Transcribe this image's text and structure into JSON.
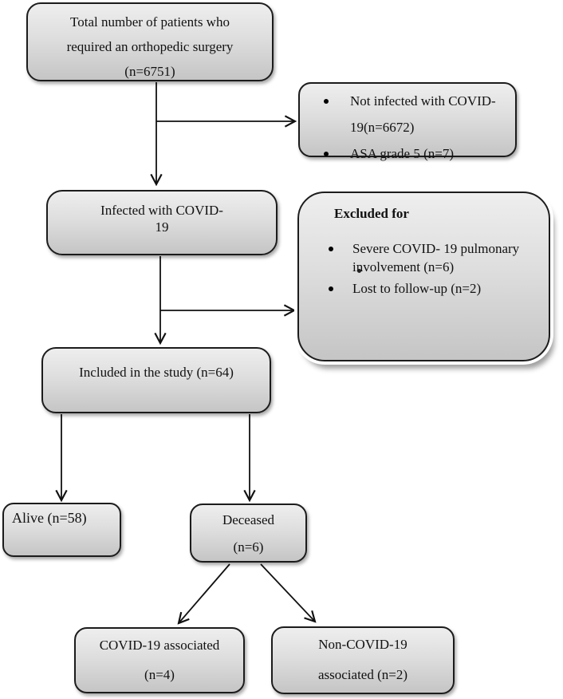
{
  "figure": {
    "type": "study-flowchart",
    "background_color": "#ffffff",
    "box_fill_top": "#eeeeee",
    "box_fill_bottom": "#c5c5c5",
    "box_border_color": "#1c1c1c",
    "arrow_color": "#111111",
    "text_color": "#111111",
    "nodes": {
      "total_patients": {
        "line1": "Total number of patients who",
        "line2": "required an orthopedic surgery",
        "line3": "(n=6751)"
      },
      "not_infected": {
        "bullet1": "Not infected with COVID-19(n=6672)",
        "bullet2": "ASA grade 5 (n=7)"
      },
      "infected": {
        "line1": "Infected with COVID-",
        "line2": "19"
      },
      "excluded": {
        "title": "Excluded for",
        "bullet1": "Severe COVID- 19 pulmonary involvement (n=6)",
        "bullet2": "Lost to follow-up (n=2)"
      },
      "included": {
        "label": "Included in the study (n=64)"
      },
      "alive": {
        "label": "Alive (n=58)"
      },
      "deceased": {
        "line1": "Deceased",
        "line2": "(n=6)"
      },
      "covid_associated": {
        "line1": "COVID-19 associated",
        "line2": "(n=4)"
      },
      "non_covid_associated": {
        "line1": "Non-COVID-19",
        "line2": "associated (n=2)"
      }
    }
  }
}
